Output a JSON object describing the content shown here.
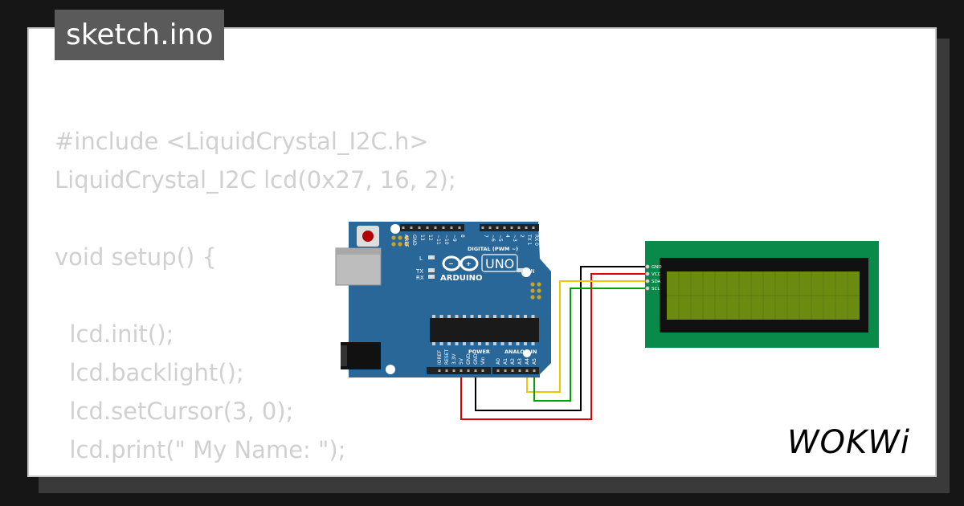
{
  "file": {
    "name": "sketch.ino"
  },
  "code_lines": [
    "#include <LiquidCrystal_I2C.h>",
    "LiquidCrystal_I2C lcd(0x27, 16, 2);",
    "",
    "void setup() {",
    "",
    "  lcd.init();",
    "  lcd.backlight();",
    "  lcd.setCursor(3, 0);",
    "  lcd.print(\" My Name: \");",
    "}"
  ],
  "arduino": {
    "brand": "ARDUINO",
    "model": "UNO",
    "digital_label": "DIGITAL (PWM ~)",
    "power_label": "POWER",
    "analog_label": "ANALOG IN",
    "on_label": "ON",
    "l_label": "L",
    "tx_label": "TX",
    "rx_label": "RX",
    "digital_pins": [
      "AREF",
      "GND",
      "13",
      "12",
      "~11",
      "~10",
      "~9",
      "8",
      "7",
      "~6",
      "~5",
      "4",
      "~3",
      "2",
      "TX 1",
      "RX 0"
    ],
    "power_pins": [
      "IOREF",
      "RESET",
      "3.3V",
      "5V",
      "GND",
      "GND",
      "Vin"
    ],
    "analog_pins": [
      "A0",
      "A1",
      "A2",
      "A3",
      "A4",
      "A5"
    ]
  },
  "lcd": {
    "pins": [
      "GND",
      "VCC",
      "SDA",
      "SCL"
    ],
    "board_color": "#0a8a4a",
    "screen_color": "#6a8a10"
  },
  "wires": {
    "gnd": "#000000",
    "vcc": "#e00000",
    "sda": "#e8c800",
    "scl": "#00a000"
  },
  "logo": {
    "text": "WOKWi"
  },
  "colors": {
    "background": "#161616",
    "card": "#ffffff",
    "code_text": "#d0d0d0",
    "board_blue": "#2a6799"
  }
}
